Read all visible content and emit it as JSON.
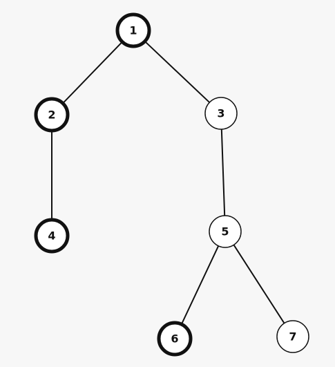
{
  "graph": {
    "nodes": [
      {
        "id": "1",
        "label": "1",
        "highlighted": true
      },
      {
        "id": "2",
        "label": "2",
        "highlighted": true
      },
      {
        "id": "3",
        "label": "3",
        "highlighted": false
      },
      {
        "id": "4",
        "label": "4",
        "highlighted": true
      },
      {
        "id": "5",
        "label": "5",
        "highlighted": false
      },
      {
        "id": "6",
        "label": "6",
        "highlighted": true
      },
      {
        "id": "7",
        "label": "7",
        "highlighted": false
      }
    ],
    "edges": [
      {
        "from": "1",
        "to": "2"
      },
      {
        "from": "1",
        "to": "3"
      },
      {
        "from": "2",
        "to": "4"
      },
      {
        "from": "3",
        "to": "5"
      },
      {
        "from": "5",
        "to": "6"
      },
      {
        "from": "5",
        "to": "7"
      }
    ]
  },
  "colors": {
    "background": "#f7f7f7",
    "node_fill": "#ffffff",
    "stroke": "#111111"
  }
}
